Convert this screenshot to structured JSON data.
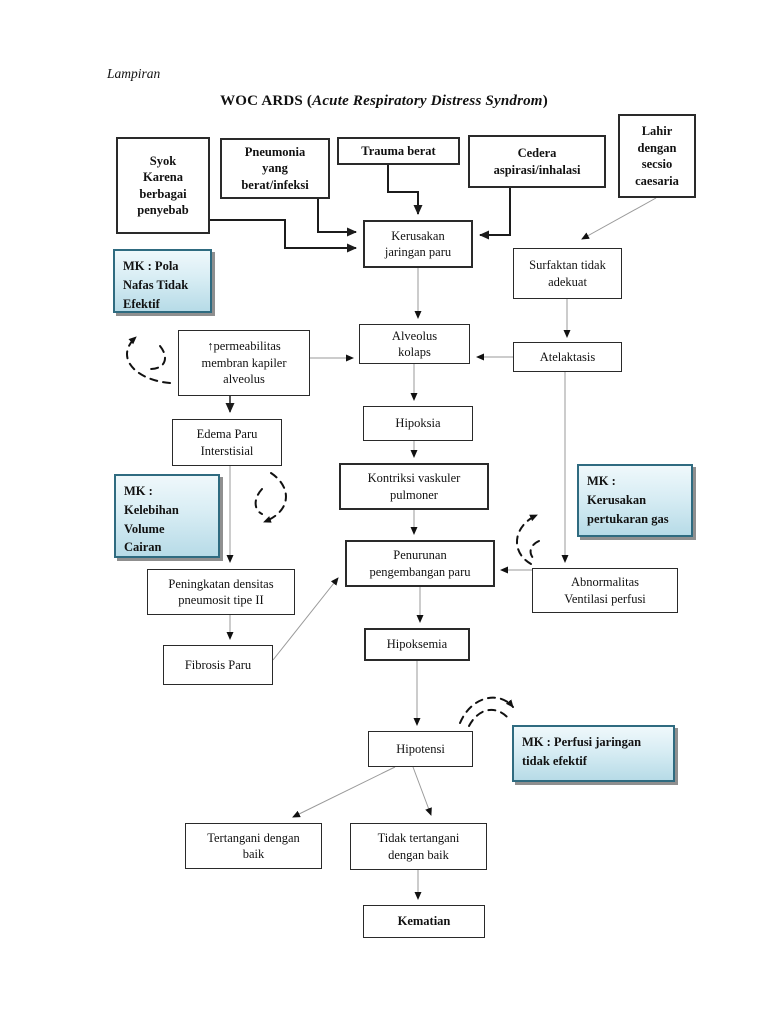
{
  "header": {
    "note": "Lampiran",
    "title_prefix": "WOC ARDS (",
    "title_italic": "Acute Respiratory Distress Syndrom",
    "title_suffix": ")"
  },
  "nodes": {
    "syok": [
      "Syok",
      "Karena",
      "berbagai",
      "penyebab"
    ],
    "pneumonia": [
      "Pneumonia",
      "yang",
      "berat/infeksi"
    ],
    "trauma": [
      "Trauma berat"
    ],
    "cedera": [
      "Cedera",
      "aspirasi/inhalasi"
    ],
    "lahir": [
      "Lahir",
      "dengan",
      "secsio",
      "caesaria"
    ],
    "kerusakan_jaringan_paru": [
      "Kerusakan",
      "jaringan paru"
    ],
    "surfaktan": [
      "Surfaktan tidak",
      "adekuat"
    ],
    "permeabilitas": [
      "↑permeabilitas",
      "membran kapiler",
      "alveolus"
    ],
    "alveolus_kolaps": [
      "Alveolus",
      "kolaps"
    ],
    "atelaktasis": [
      "Atelaktasis"
    ],
    "edema": [
      "Edema Paru",
      "Interstisial"
    ],
    "hipoksia": [
      "Hipoksia"
    ],
    "kontriksi": [
      "Kontriksi vaskuler",
      "pulmoner"
    ],
    "peningkatan": [
      "Peningkatan densitas",
      "pneumosit tipe II"
    ],
    "penurunan": [
      "Penurunan",
      "pengembangan paru"
    ],
    "abnormalitas": [
      "Abnormalitas",
      "Ventilasi perfusi"
    ],
    "fibrosis": [
      "Fibrosis Paru"
    ],
    "hipoksemia": [
      "Hipoksemia"
    ],
    "hipotensi": [
      "Hipotensi"
    ],
    "tertangani": [
      "Tertangani dengan",
      "baik"
    ],
    "tidak_tertangani": [
      "Tidak tertangani",
      "dengan baik"
    ],
    "kematian": [
      "Kematian"
    ]
  },
  "mk_notes": {
    "pola_nafas": [
      "MK : Pola",
      "Nafas Tidak",
      "Efektif"
    ],
    "kelebihan_volume": [
      "MK :",
      "Kelebihan",
      "Volume",
      "Cairan"
    ],
    "kerusakan_gas": [
      "MK :",
      "Kerusakan",
      "pertukaran gas"
    ],
    "perfusi": [
      "MK : Perfusi jaringan",
      "tidak efektif"
    ]
  },
  "colors": {
    "mk_fill_top": "#eff8fb",
    "mk_fill_bottom": "#b7dbe7",
    "mk_border": "#2f6b80",
    "box_border": "#2a2a2a",
    "connector_bold": "#1c1c1c",
    "connector_thin": "#999999"
  }
}
